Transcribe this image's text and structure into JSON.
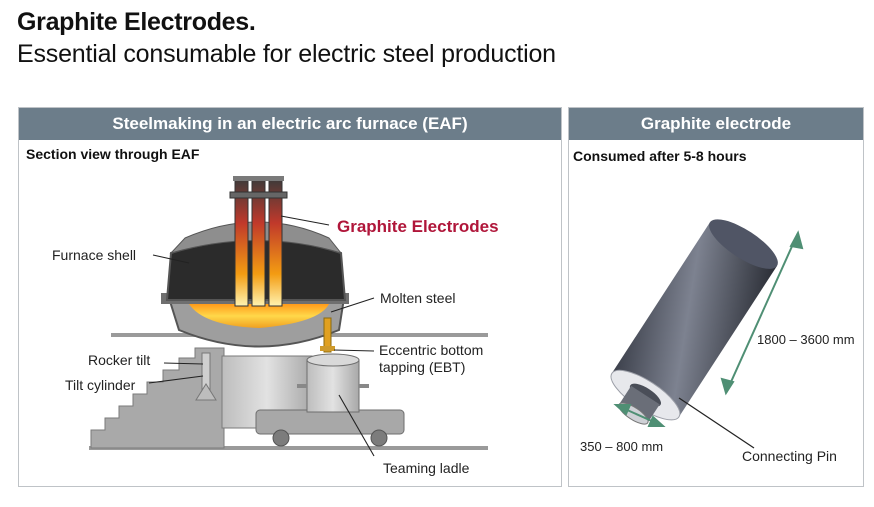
{
  "header": {
    "title": "Graphite Electrodes.",
    "subtitle": "Essential consumable for electric steel production"
  },
  "left_panel": {
    "heading": "Steelmaking in an electric arc furnace (EAF)",
    "section_label": "Section view through EAF",
    "labels": {
      "graphite_electrodes": "Graphite Electrodes",
      "furnace_shell": "Furnace shell",
      "molten_steel": "Molten steel",
      "rocker_tilt": "Rocker tilt",
      "tilt_cylinder": "Tilt cylinder",
      "ebt_line1": "Eccentric bottom",
      "ebt_line2": "tapping (EBT)",
      "teaming_ladle": "Teaming ladle"
    }
  },
  "right_panel": {
    "heading": "Graphite electrode",
    "section_label": "Consumed after 5-8 hours",
    "labels": {
      "length": "1800 – 3600 mm",
      "diameter": "350 – 800 mm",
      "connecting_pin": "Connecting Pin"
    }
  },
  "colors": {
    "panel_header": "#6c7d8a",
    "accent_red": "#b0163a",
    "arrow_green": "#4f8f74"
  }
}
